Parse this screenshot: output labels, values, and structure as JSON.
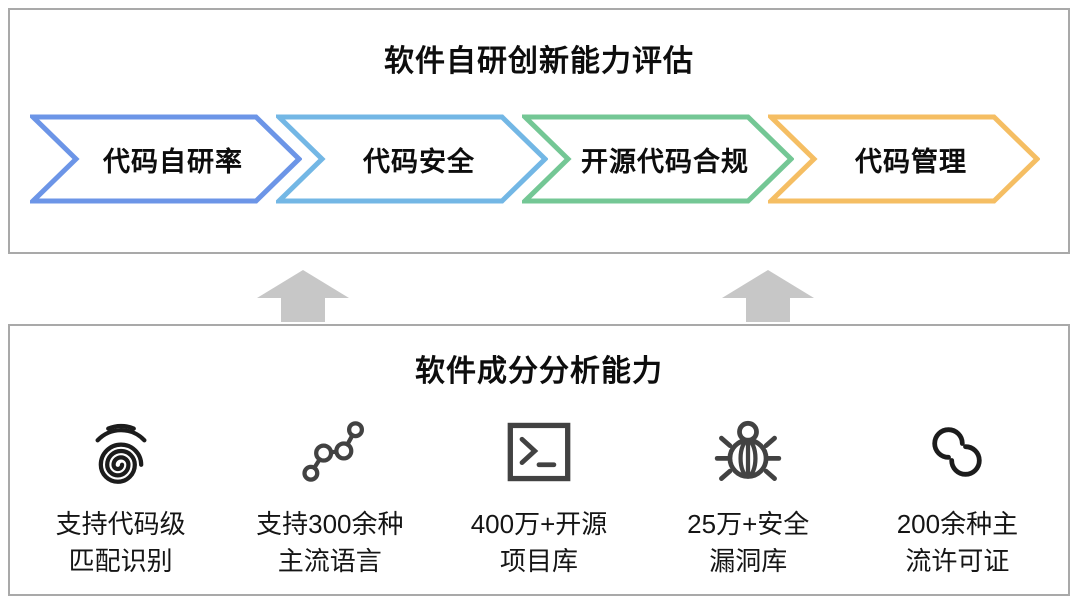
{
  "top_panel": {
    "title": "软件自研创新能力评估",
    "steps": [
      {
        "label": "代码自研率",
        "color": "#6c95e7"
      },
      {
        "label": "代码安全",
        "color": "#73b7e5"
      },
      {
        "label": "开源代码合规",
        "color": "#74c795"
      },
      {
        "label": "代码管理",
        "color": "#f5be63"
      }
    ]
  },
  "connectors": {
    "arrow_color": "#c7c7c7"
  },
  "bottom_panel": {
    "title": "软件成分分析能力",
    "features": [
      {
        "icon": "fingerprint-icon",
        "label_line1": "支持代码级",
        "label_line2": "匹配识别"
      },
      {
        "icon": "network-nodes-icon",
        "label_line1": "支持300余种",
        "label_line2": "主流语言"
      },
      {
        "icon": "terminal-icon",
        "label_line1": "400万+开源",
        "label_line2": "项目库"
      },
      {
        "icon": "bug-icon",
        "label_line1": "25万+安全",
        "label_line2": "漏洞库"
      },
      {
        "icon": "license-links-icon",
        "label_line1": "200余种主",
        "label_line2": "流许可证"
      }
    ]
  }
}
